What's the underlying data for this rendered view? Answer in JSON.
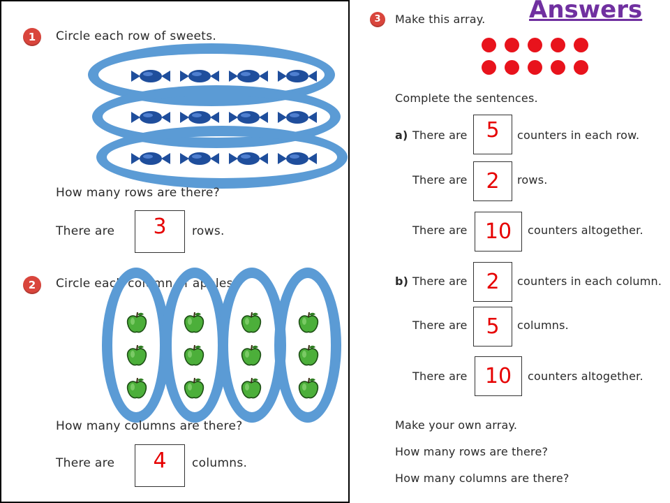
{
  "header": {
    "title": "Answers"
  },
  "q1": {
    "number": "1",
    "prompt": "Circle each row of sweets.",
    "question": "How many rows are there?",
    "answer_prefix": "There are",
    "answer": "3",
    "answer_suffix": "rows.",
    "rows": 3,
    "per_row": 4
  },
  "q2": {
    "number": "2",
    "prompt": "Circle each column of apples.",
    "question": "How many columns are there?",
    "answer_prefix": "There are",
    "answer": "4",
    "answer_suffix": "columns.",
    "columns": 4,
    "per_column": 3
  },
  "q3": {
    "number": "3",
    "prompt": "Make this array.",
    "array_rows": 2,
    "array_columns": 5,
    "complete": "Complete the sentences.",
    "part_a": {
      "label": "a)",
      "lines": [
        {
          "prefix": "There are",
          "answer": "5",
          "suffix": "counters in each row."
        },
        {
          "prefix": "There are",
          "answer": "2",
          "suffix": "rows."
        },
        {
          "prefix": "There are",
          "answer": "10",
          "suffix": "counters altogether."
        }
      ]
    },
    "part_b": {
      "label": "b)",
      "lines": [
        {
          "prefix": "There are",
          "answer": "2",
          "suffix": "counters in each column."
        },
        {
          "prefix": "There are",
          "answer": "5",
          "suffix": "columns."
        },
        {
          "prefix": "There are",
          "answer": "10",
          "suffix": "counters altogether."
        }
      ]
    },
    "own_array": "Make your own array.",
    "rows_q": "How many rows are there?",
    "cols_q": "How many columns are there?"
  },
  "colors": {
    "badge": "#d9453c",
    "answer": "#e60000",
    "header": "#7030a0",
    "ring": "#5b9bd5",
    "counter": "#e8131c",
    "sweet": "#1f4e9c",
    "apple": "#4caf3a"
  },
  "icons": {
    "sweet": "sweet-icon",
    "apple": "apple-icon",
    "counter": "counter-dot"
  }
}
